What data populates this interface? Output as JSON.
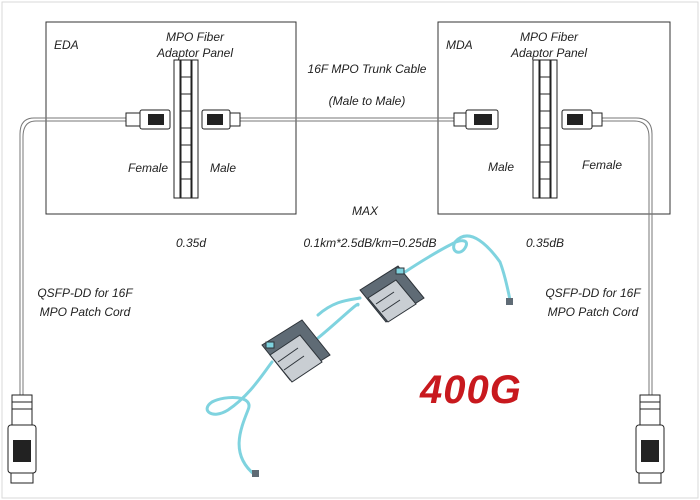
{
  "diagram": {
    "left_box": {
      "zone": "EDA",
      "panel_title_1": "MPO Fiber",
      "panel_title_2": "Adaptor Panel",
      "left_port": "Female",
      "right_port": "Male"
    },
    "right_box": {
      "zone": "MDA",
      "panel_title_1": "MPO Fiber",
      "panel_title_2": "Adaptor Panel",
      "left_port": "Male",
      "right_port": "Female"
    },
    "trunk": {
      "line1": "16F MPO Trunk Cable",
      "line2": "(Male to Male)"
    },
    "loss": {
      "left": "0.35d",
      "max_title": "MAX",
      "max_formula": "0.1km*2.5dB/km=0.25dB",
      "right": "0.35dB"
    },
    "patch_cord_left": {
      "line1": "QSFP-DD for 16F",
      "line2": "MPO Patch Cord"
    },
    "patch_cord_right": {
      "line1": "QSFP-DD for 16F",
      "line2": "MPO Patch Cord"
    },
    "speed_label": "400G",
    "colors": {
      "speed": "#c8191e",
      "cable_aqua": "#7fd3df",
      "module": "#5f6b75"
    }
  }
}
